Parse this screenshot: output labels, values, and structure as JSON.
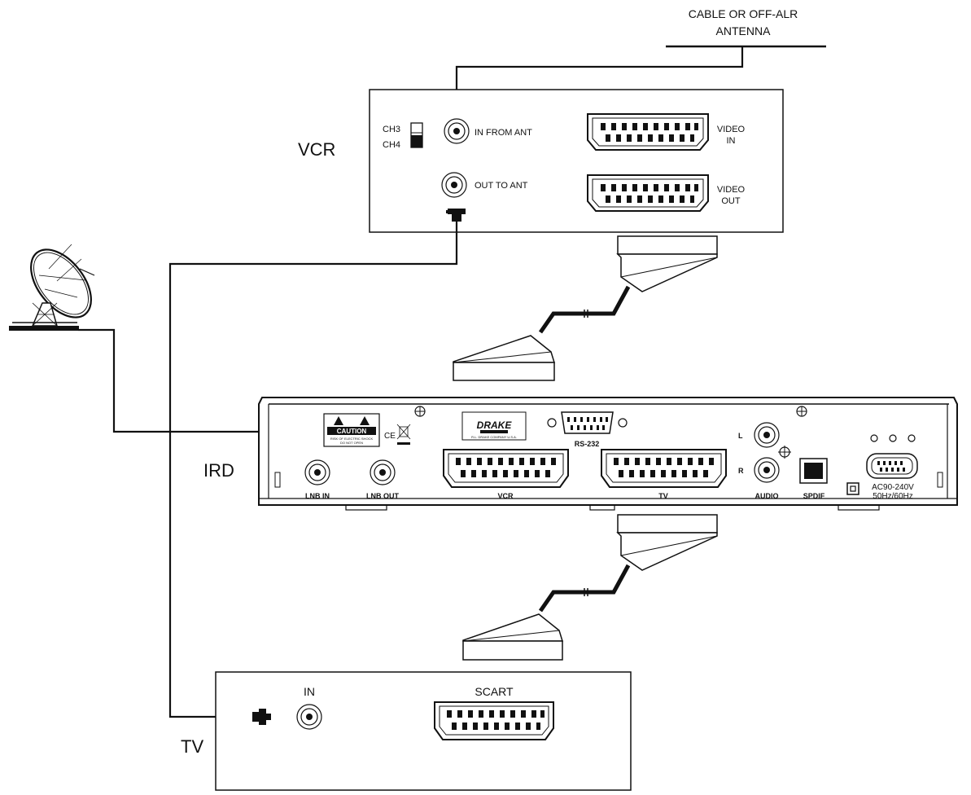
{
  "labels": {
    "antenna": [
      "CABLE OR OFF-ALR",
      "ANTENNA"
    ],
    "vcr_title": "VCR",
    "ird_title": "IRD",
    "tv_title": "TV",
    "vcr_ch3": "CH3",
    "vcr_ch4": "CH4",
    "vcr_in_from_ant": "IN FROM ANT",
    "vcr_out_to_ant": "OUT TO ANT",
    "vcr_video_in": [
      "VIDEO",
      "IN"
    ],
    "vcr_video_out": [
      "VIDEO",
      "OUT"
    ],
    "ird_caution": "CAUTION",
    "ird_caution_sub1": "RISK OF ELECTRIC SHOCK",
    "ird_caution_sub2": "DO NOT OPEN",
    "ird_ce": "CE",
    "ird_brand": "DRAKE",
    "ird_brand_sub": "R.L. DRAKE COMPANY U.S.A.",
    "ird_rs232": "RS-232",
    "ird_lnb_in": "LNB IN",
    "ird_lnb_out": "LNB OUT",
    "ird_vcr": "VCR",
    "ird_tv": "TV",
    "ird_audio": "AUDIO",
    "ird_l": "L",
    "ird_r": "R",
    "ird_spdif": "SPDIF",
    "ird_power": [
      "AC90-240V",
      "50Hz/60Hz"
    ],
    "tv_in": "IN",
    "tv_scart": "SCART"
  }
}
